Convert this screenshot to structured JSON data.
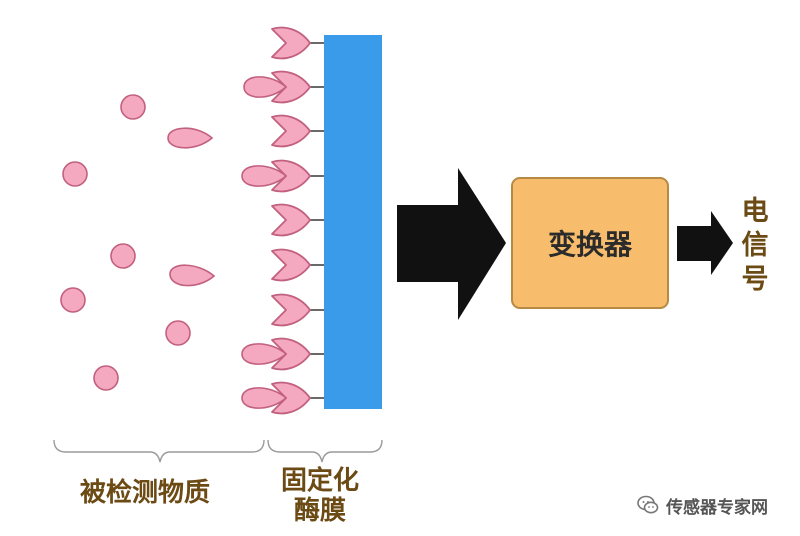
{
  "labels": {
    "analyte": "被检测物质",
    "membrane": "固定化酶膜",
    "transducer": "变换器",
    "signal": "电信号"
  },
  "watermark": {
    "icon": "wechat-icon",
    "text": "传感器专家网"
  },
  "colors": {
    "molecule_fill": "#f4a9c0",
    "molecule_stroke": "#c2607f",
    "membrane": "#3a9bea",
    "transducer_fill": "#f7bd6c",
    "arrow": "#111111",
    "label_text": "#6b4a14"
  }
}
